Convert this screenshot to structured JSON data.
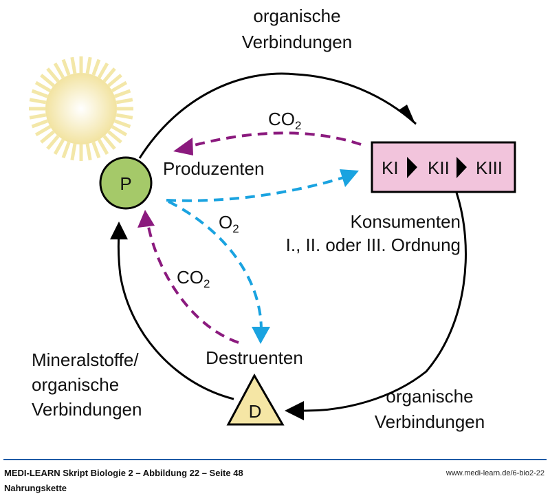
{
  "diagram": {
    "title": "Nahrungskette",
    "nodes": {
      "producer": {
        "symbol": "P",
        "label": "Produzenten",
        "color": "#a5c969"
      },
      "consumers": {
        "levels": [
          "KI",
          "KII",
          "KIII"
        ],
        "label_line1": "Konsumenten",
        "label_line2": "I., II. oder III. Ordnung",
        "color": "#f2c4dc"
      },
      "decomposer": {
        "symbol": "D",
        "label": "Destruenten",
        "color": "#f5e6a5"
      }
    },
    "labels": {
      "top_line1": "organische",
      "top_line2": "Verbindungen",
      "bottom_right_line1": "organische",
      "bottom_right_line2": "Verbindungen",
      "left_line1": "Mineralstoffe/",
      "left_line2": "organische",
      "left_line3": "Verbindungen",
      "co2_top_main": "CO",
      "co2_top_sub": "2",
      "co2_left_main": "CO",
      "co2_left_sub": "2",
      "o2_main": "O",
      "o2_sub": "2"
    },
    "colors": {
      "co2_arrow": "#8b1a7e",
      "o2_arrow": "#1aa3e0",
      "cycle": "#000000",
      "sun": "#f3e7a8",
      "footer_rule": "#1f5aa6"
    }
  },
  "footer": {
    "source": "MEDI-LEARN Skript Biologie 2 – Abbildung 22 – Seite 48",
    "caption": "Nahrungskette",
    "url": "www.medi-learn.de/6-bio2-22"
  }
}
